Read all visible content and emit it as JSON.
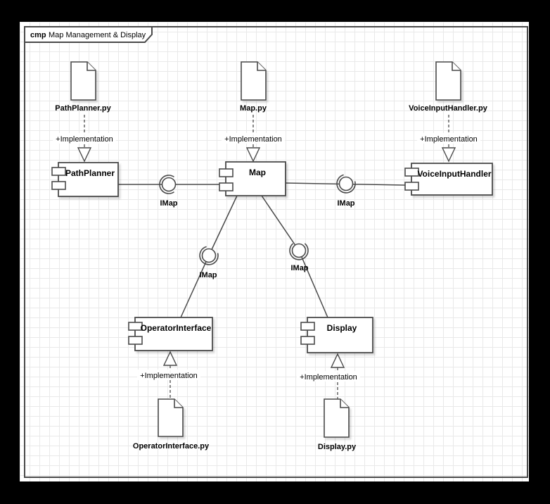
{
  "frame": {
    "tag": "cmp",
    "title": "Map Management & Display"
  },
  "nodes": {
    "artifacts": [
      {
        "id": "pathplanner-py",
        "label": "PathPlanner.py"
      },
      {
        "id": "map-py",
        "label": "Map.py"
      },
      {
        "id": "voiceinputhandler-py",
        "label": "VoiceInputHandler.py"
      },
      {
        "id": "operatorinterface-py",
        "label": "OperatorInterface.py"
      },
      {
        "id": "display-py",
        "label": "Display.py"
      }
    ],
    "components": [
      {
        "id": "pathplanner",
        "name": "PathPlanner"
      },
      {
        "id": "map",
        "name": "Map"
      },
      {
        "id": "voiceinputhandler",
        "name": "VoiceInputHandler"
      },
      {
        "id": "operatorinterface",
        "name": "OperatorInterface"
      },
      {
        "id": "display",
        "name": "Display"
      }
    ]
  },
  "edges": {
    "realizations": [
      {
        "from": "PathPlanner.py",
        "to": "PathPlanner",
        "label": "+Implementation"
      },
      {
        "from": "Map.py",
        "to": "Map",
        "label": "+Implementation"
      },
      {
        "from": "VoiceInputHandler.py",
        "to": "VoiceInputHandler",
        "label": "+Implementation"
      },
      {
        "from": "OperatorInterface.py",
        "to": "OperatorInterface",
        "label": "+Implementation"
      },
      {
        "from": "Display.py",
        "to": "Display",
        "label": "+Implementation"
      }
    ],
    "assemblies": [
      {
        "from": "PathPlanner",
        "to": "Map",
        "interface": "IMap"
      },
      {
        "from": "Map",
        "to": "VoiceInputHandler",
        "interface": "IMap"
      },
      {
        "from": "Map",
        "to": "OperatorInterface",
        "interface": "IMap"
      },
      {
        "from": "Map",
        "to": "Display",
        "interface": "IMap"
      }
    ]
  },
  "colors": {
    "surround": "#000000",
    "canvas": "#ffffff",
    "grid": "#e9e9e9",
    "stroke": "#4a4a4a",
    "text": "#000000"
  }
}
